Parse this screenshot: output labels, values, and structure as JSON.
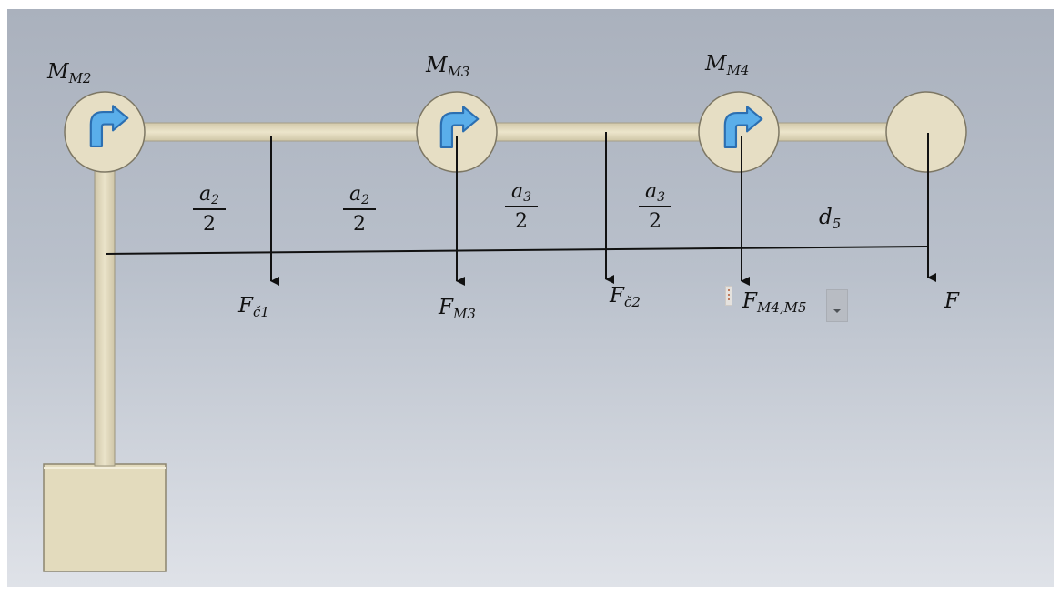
{
  "moments": {
    "m2": {
      "base": "M",
      "sub": "M2"
    },
    "m3": {
      "base": "M",
      "sub": "M3"
    },
    "m4": {
      "base": "M",
      "sub": "M4"
    }
  },
  "forces": {
    "fc1": {
      "base": "F",
      "sub": "č1"
    },
    "fm3": {
      "base": "F",
      "sub": "M3"
    },
    "fc2": {
      "base": "F",
      "sub": "č2"
    },
    "fm45": {
      "base": "F",
      "sub": "M4,M5"
    },
    "f": {
      "base": "F"
    }
  },
  "distances": {
    "a2_first": {
      "num_base": "a",
      "num_sub": "2",
      "den": "2"
    },
    "a2_second": {
      "num_base": "a",
      "num_sub": "2",
      "den": "2"
    },
    "a3_first": {
      "num_base": "a",
      "num_sub": "3",
      "den": "2"
    },
    "a3_second": {
      "num_base": "a",
      "num_sub": "3",
      "den": "2"
    },
    "d5": {
      "base": "d",
      "sub": "5"
    }
  },
  "colors": {
    "link": "#e4dcc0",
    "joint": "#e6dec4",
    "outline": "#7d7764",
    "rotation_arrow": "#5aaeea",
    "rotation_arrow_edge": "#2c6fb1"
  },
  "icons": {
    "rotation": "clockwise-rotation-icon",
    "dropdown": "dropdown-caret-icon"
  }
}
